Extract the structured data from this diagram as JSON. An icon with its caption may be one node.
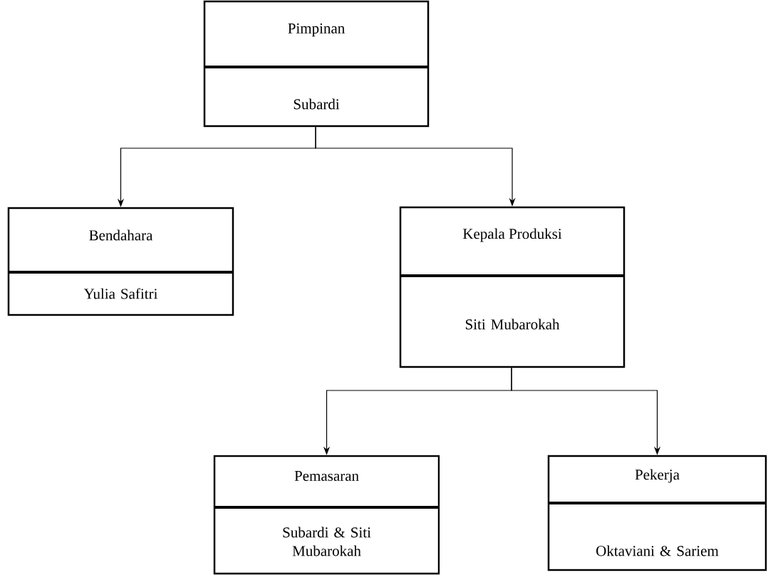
{
  "diagram": {
    "nodes": [
      {
        "text": [
          "Pimpinan",
          "Subardi"
        ]
      },
      {
        "text": [
          "Bendahara",
          "Yulia Safitri"
        ]
      },
      {
        "text": [
          "Kepala Produksi",
          "Siti Mubarokah"
        ]
      },
      {
        "text": [
          "Pemasaran",
          "Subardi & Siti Mubarokah"
        ]
      },
      {
        "text": [
          "Pekerja",
          "Oktaviani & Sariem"
        ]
      }
    ],
    "edges": [
      {
        "from": 0,
        "to": 1,
        "arrow": "to"
      },
      {
        "from": 0,
        "to": 2,
        "arrow": "to"
      },
      {
        "from": 2,
        "to": 3,
        "arrow": "to"
      },
      {
        "from": 2,
        "to": 4,
        "arrow": "to"
      }
    ]
  }
}
